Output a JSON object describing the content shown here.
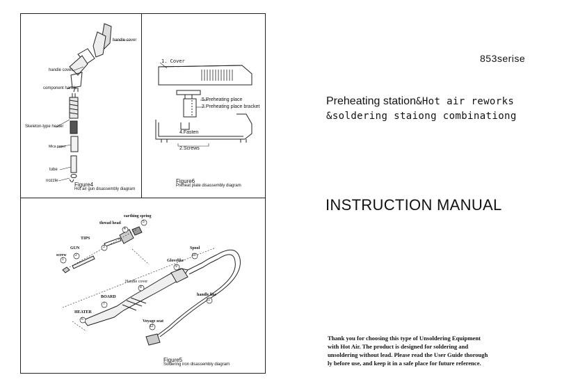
{
  "figure4": {
    "labels": {
      "handle_cover_top": "handle cover",
      "handle_cover": "handle cover",
      "component_handle": "component handle",
      "skeleton_heater": "Skeleton-type heater",
      "mica_paper": "Mica paper",
      "tube": "tube",
      "nozzle": "nozzle"
    },
    "caption": "Figure4",
    "subcaption": "Hot air gun disassembly diagram"
  },
  "figure6": {
    "labels": {
      "cover": "1. Cover",
      "preheating_place": "5.Preheating place",
      "preheating_bracket": "3.Preheating place bracket",
      "fasten": "4.Fasten",
      "screws": "2.Screws"
    },
    "caption": "Figure6",
    "subcaption": "Preheat plate disassembly diagram"
  },
  "figure5": {
    "labels": {
      "earthing_spring": "earthing spring",
      "thread_head": "thread head",
      "tips": "TIPS",
      "gun": "GUN",
      "screw": "screw",
      "spool": "Spool",
      "glovelike": "Glovelike",
      "handle_cover": "Handle cover",
      "board": "BOARD",
      "heater": "HEATER",
      "handle_line": "handle line",
      "voyage_seat": "Voyage seat"
    },
    "numbers": {
      "earthing_spring": "5",
      "thread_head": "4",
      "tips": "3",
      "gun": "2",
      "screw": "1",
      "spool": "10",
      "glovelike": "9",
      "handle_cover": "8",
      "board": "7",
      "heater": "6",
      "handle_line": "11",
      "voyage_seat": "12"
    },
    "caption": "Figure5",
    "subcaption": "Soldering iron disassembly diagram"
  },
  "cover": {
    "series": "853serise",
    "title_line1_a": "Preheating station",
    "title_line1_b": "&Hot air reworks",
    "title_line2": "&soldering staiong combinationg",
    "manual_title": "INSTRUCTION MANUAL",
    "intro_lines": [
      "Thank you for choosing this type of Unsoldering Equipment",
      "with Hot Air. The  product is  designed  for  soldering  and",
      "unsoldering  without lead. Please read the User Guide thorough",
      "ly before use, and keep it in a safe place for future reference."
    ]
  }
}
